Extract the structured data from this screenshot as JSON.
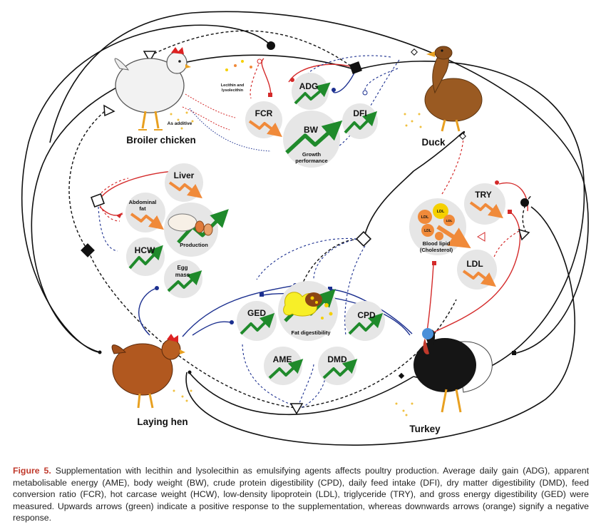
{
  "animals": {
    "broiler": "Broiler chicken",
    "duck": "Duck",
    "laying_hen": "Laying hen",
    "turkey": "Turkey"
  },
  "labels": {
    "additive_1": "As additive",
    "lecithin_1": "Lecithin and",
    "lecithin_2": "lysolecithin"
  },
  "metrics": {
    "fcr": "FCR",
    "adg": "ADG",
    "bw": "BW",
    "growth_1": "Growth",
    "growth_2": "performance",
    "dfi": "DFI",
    "liver": "Liver",
    "abdominal_1": "Abdominal",
    "abdominal_2": "fat",
    "production": "Production",
    "hcw": "HCW",
    "egg_1": "Egg",
    "egg_2": "mass",
    "ged": "GED",
    "fat_dig": "Fat digestibility",
    "cpd": "CPD",
    "ame": "AME",
    "dmd": "DMD",
    "try": "TRY",
    "blood_1": "Blood lipid",
    "blood_2": "(Cholesterol)",
    "ldl": "LDL",
    "ldl_small": "LDL"
  },
  "caption": {
    "figure_label": "Figure 5.",
    "text": " Supplementation with lecithin and lysolecithin as emulsifying agents affects poultry production. Average daily gain (ADG), apparent metabolisable energy (AME), body weight (BW), crude protein digestibility (CPD), daily feed intake (DFI), dry matter digestibility (DMD), feed conversion ratio (FCR), hot carcase weight (HCW), low-density lipoprotein (LDL), triglyceride (TRY), and gross energy digestibility (GED) were measured. Upwards arrows (green) indicate a positive response to the supplementation, whereas downwards arrows (orange) signify a negative response."
  },
  "colors": {
    "positive": "#1f8a2b",
    "negative": "#f08a3a",
    "red_link": "#d42a2a",
    "blue_link": "#1b2f8f",
    "black_link": "#111111",
    "circle_bg": "#e6e6e6",
    "caption_label": "#c0392b"
  }
}
